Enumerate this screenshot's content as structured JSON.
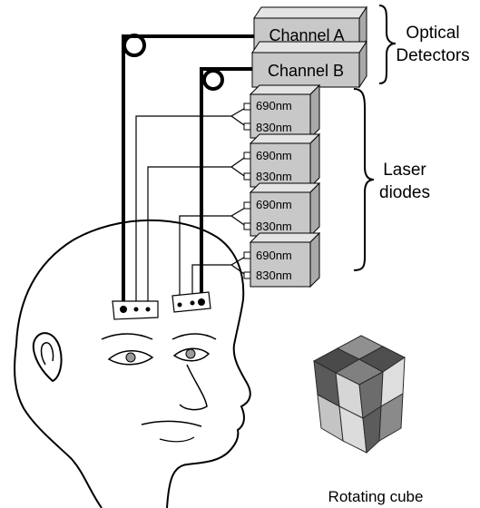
{
  "channels": [
    {
      "label": "Channel A"
    },
    {
      "label": "Channel B"
    }
  ],
  "detectors_label": {
    "line1": "Optical",
    "line2": "Detectors"
  },
  "lasers": [
    {
      "top": "690nm",
      "bottom": "830nm"
    },
    {
      "top": "690nm",
      "bottom": "830nm"
    },
    {
      "top": "690nm",
      "bottom": "830nm"
    },
    {
      "top": "690nm",
      "bottom": "830nm"
    }
  ],
  "lasers_label": {
    "line1": "Laser",
    "line2": "diodes"
  },
  "cube_label": "Rotating cube",
  "colors": {
    "box_front": "#c8c8c8",
    "box_top": "#e4e4e4",
    "box_side": "#a9a9a9",
    "stroke": "#000000"
  }
}
